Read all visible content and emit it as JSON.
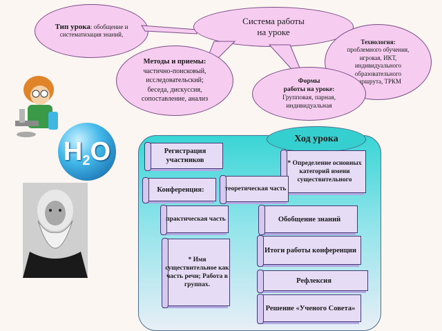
{
  "system": {
    "line1": "Система работы",
    "line2": "на уроке"
  },
  "lesson_type": {
    "label": "Тип урока",
    "text1": ": обобщение и",
    "text2": "систематизация знаний,"
  },
  "methods": {
    "title": "Методы и приемы:",
    "lines": [
      "частично-поисковый,",
      "исследовательский;",
      "беседа, дискуссия,",
      "сопоставление, анализ"
    ]
  },
  "forms": {
    "title1": "Формы",
    "title2": "работы на  уроке:",
    "lines": [
      "Групповая, парная,",
      "индивидуальная"
    ]
  },
  "technology": {
    "title": "Технология:",
    "lines": [
      "проблемного обучения,",
      "игровая, ИКТ,",
      "индивидуального",
      "образовательного",
      "маршрута, ТРКМ"
    ]
  },
  "course": {
    "title": "Ход урока",
    "steps": {
      "registration": "Регистрация участников",
      "definition": "* Определение основных категорий имени существительного",
      "conference": "Конференция:",
      "theory": "теоретическая часть",
      "practice": "практическая часть",
      "generalization": "Обобщение  знаний",
      "noun": "* Имя существительное как часть речи; Работа в группах.",
      "results": "Итоги работы конференции",
      "reflection": "Рефлексия",
      "decision": "Решение «Ученого Совета»"
    }
  },
  "h2o": {
    "h": "H",
    "sub": "2",
    "o": "O"
  }
}
